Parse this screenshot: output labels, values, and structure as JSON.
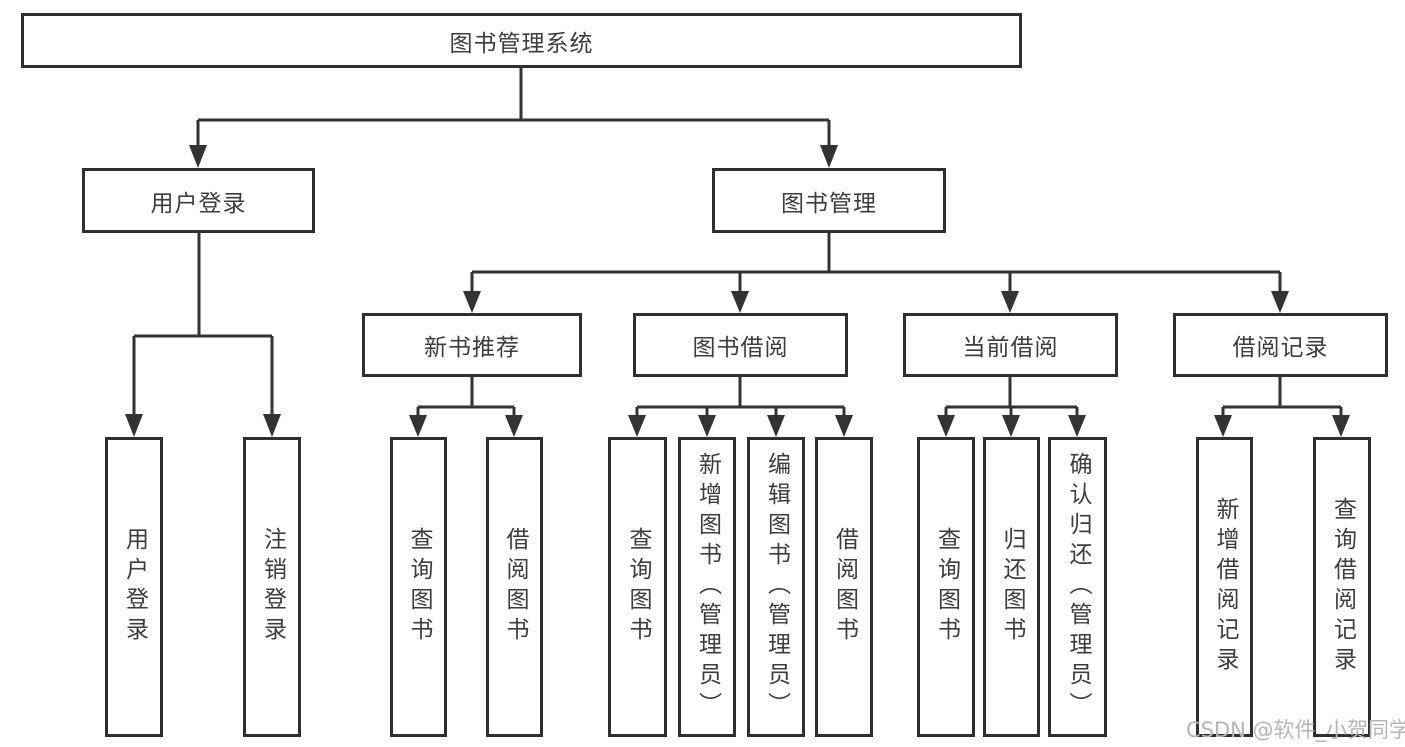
{
  "diagram": {
    "title": "图书管理系统",
    "branches": [
      {
        "label": "用户登录",
        "children": [
          {
            "label": "用户登录"
          },
          {
            "label": "注销登录"
          }
        ]
      },
      {
        "label": "图书管理",
        "children": [
          {
            "label": "新书推荐",
            "children": [
              {
                "label": "查询图书"
              },
              {
                "label": "借阅图书"
              }
            ]
          },
          {
            "label": "图书借阅",
            "children": [
              {
                "label": "查询图书"
              },
              {
                "label": "新增图书（管理员）"
              },
              {
                "label": "编辑图书（管理员）"
              },
              {
                "label": "借阅图书"
              }
            ]
          },
          {
            "label": "当前借阅",
            "children": [
              {
                "label": "查询图书"
              },
              {
                "label": "归还图书"
              },
              {
                "label": "确认归还（管理员）"
              }
            ]
          },
          {
            "label": "借阅记录",
            "children": [
              {
                "label": "新增借阅记录"
              },
              {
                "label": "查询借阅记录"
              }
            ]
          }
        ]
      }
    ]
  },
  "watermark": {
    "text": "CSDN @软件_小贺同学"
  },
  "colors": {
    "border": "#2f2f2f",
    "line": "#333333",
    "text": "#3d3d3d",
    "watermark": "#b5b5b5",
    "background": "#ffffff"
  }
}
